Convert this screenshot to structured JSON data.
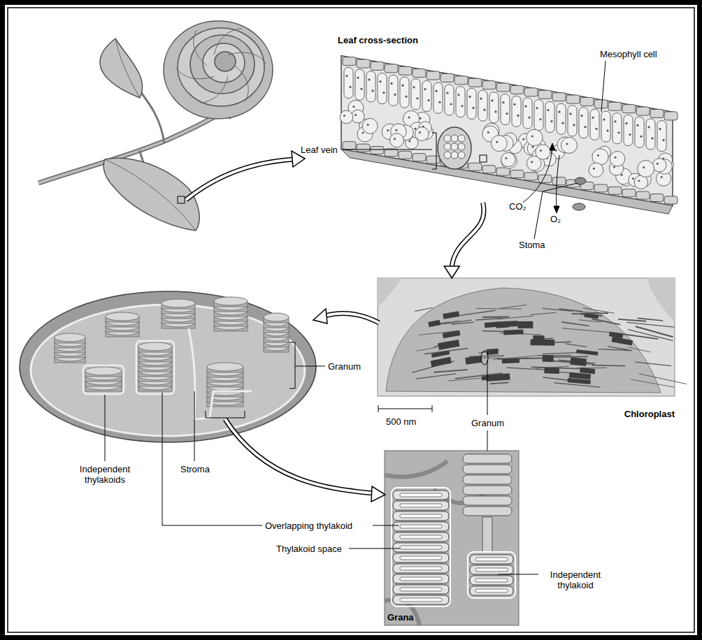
{
  "diagram": {
    "nodes": [
      {
        "text": [
          "Leaf cross-section"
        ]
      },
      {
        "text": [
          "Chloroplast"
        ]
      },
      {
        "text": [
          "Grana"
        ]
      }
    ],
    "edges": [
      {
        "from": 0,
        "to": 1,
        "arrow": "to"
      }
    ],
    "labels": [
      "Mesophyll cell",
      "Leaf vein",
      "CO₂",
      "O₂",
      "Stoma",
      "Granum",
      "500 nm",
      "Granum",
      "Independent thylakoids",
      "Stroma",
      "Overlapping thylakoid",
      "Thylakoid space",
      "Independent thylakoid"
    ]
  }
}
